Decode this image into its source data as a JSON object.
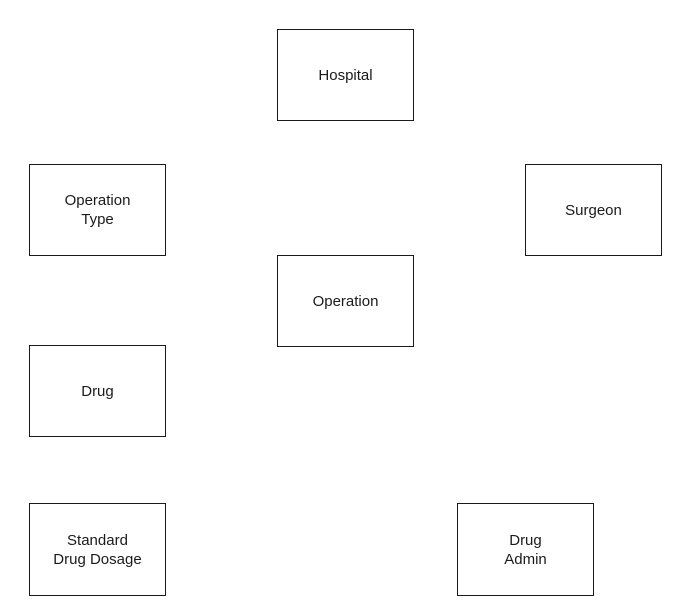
{
  "entities": {
    "hospital": "Hospital",
    "operation_type": "Operation\nType",
    "surgeon": "Surgeon",
    "operation": "Operation",
    "drug": "Drug",
    "standard_drug_dosage": "Standard\nDrug Dosage",
    "drug_admin": "Drug\nAdmin"
  }
}
